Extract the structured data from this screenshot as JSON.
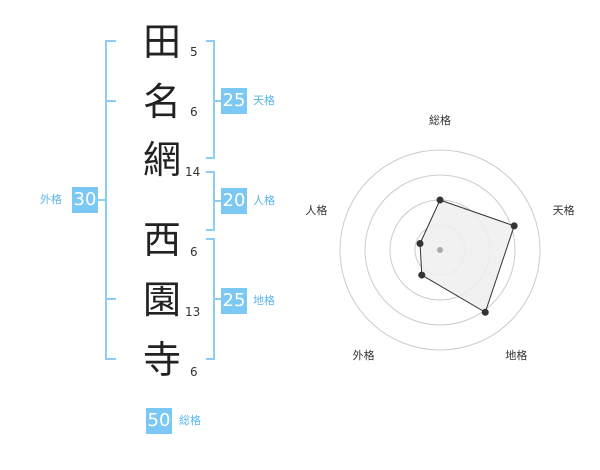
{
  "name": {
    "chars": [
      {
        "char": "田",
        "strokes": "5"
      },
      {
        "char": "名",
        "strokes": "6"
      },
      {
        "char": "網",
        "strokes": "14"
      },
      {
        "char": "西",
        "strokes": "6"
      },
      {
        "char": "園",
        "strokes": "13"
      },
      {
        "char": "寺",
        "strokes": "6"
      }
    ]
  },
  "scores": {
    "tenkaku": {
      "value": "25",
      "label": "天格"
    },
    "jinkaku": {
      "value": "20",
      "label": "人格"
    },
    "chikaku": {
      "value": "25",
      "label": "地格"
    },
    "gaikaku": {
      "value": "30",
      "label": "外格"
    },
    "soukaku": {
      "value": "50",
      "label": "総格"
    }
  },
  "radar": {
    "axes": [
      "総格",
      "天格",
      "地格",
      "外格",
      "人格"
    ],
    "values": [
      0.5,
      0.78,
      0.77,
      0.31,
      0.21
    ],
    "max": 1,
    "rings": 4,
    "colors": {
      "ring": "#cccccc",
      "fill": "#eeeeee",
      "line": "#333333",
      "point": "#333333",
      "center": "#aaaaaa"
    }
  }
}
